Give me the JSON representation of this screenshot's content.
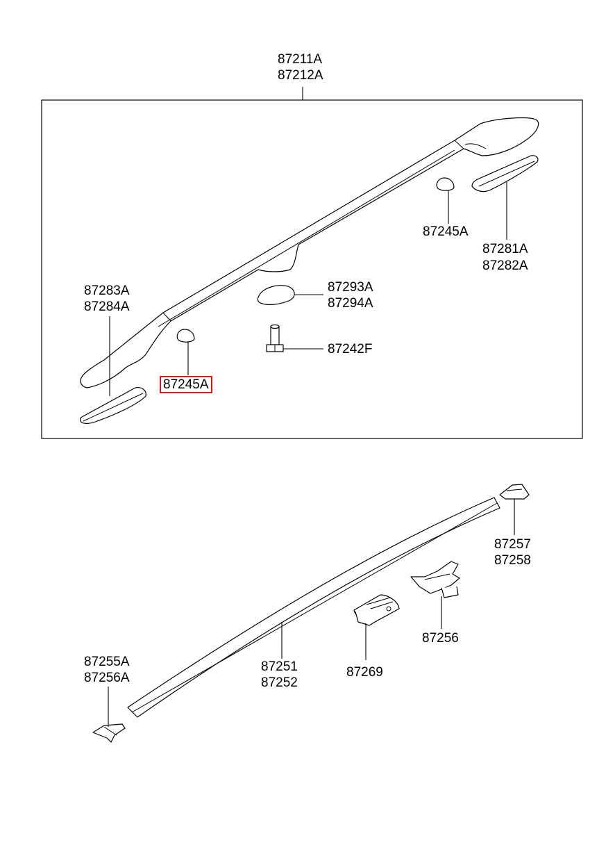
{
  "diagram": {
    "callouts": {
      "roof_rack_assembly": [
        "87211A",
        "87212A"
      ],
      "clip_rear": "87245A",
      "clip_front_selected": "87245A",
      "end_cover_rear": [
        "87281A",
        "87282A"
      ],
      "end_cover_front": [
        "87283A",
        "87284A"
      ],
      "center_cover": [
        "87293A",
        "87294A"
      ],
      "bolt": "87242F",
      "end_piece_rear": [
        "87257",
        "87258"
      ],
      "bracket": "87256",
      "clip": "87269",
      "moulding": [
        "87251",
        "87252"
      ],
      "end_piece_front": [
        "87255A",
        "87256A"
      ]
    },
    "highlight_color": "#e0101a"
  }
}
